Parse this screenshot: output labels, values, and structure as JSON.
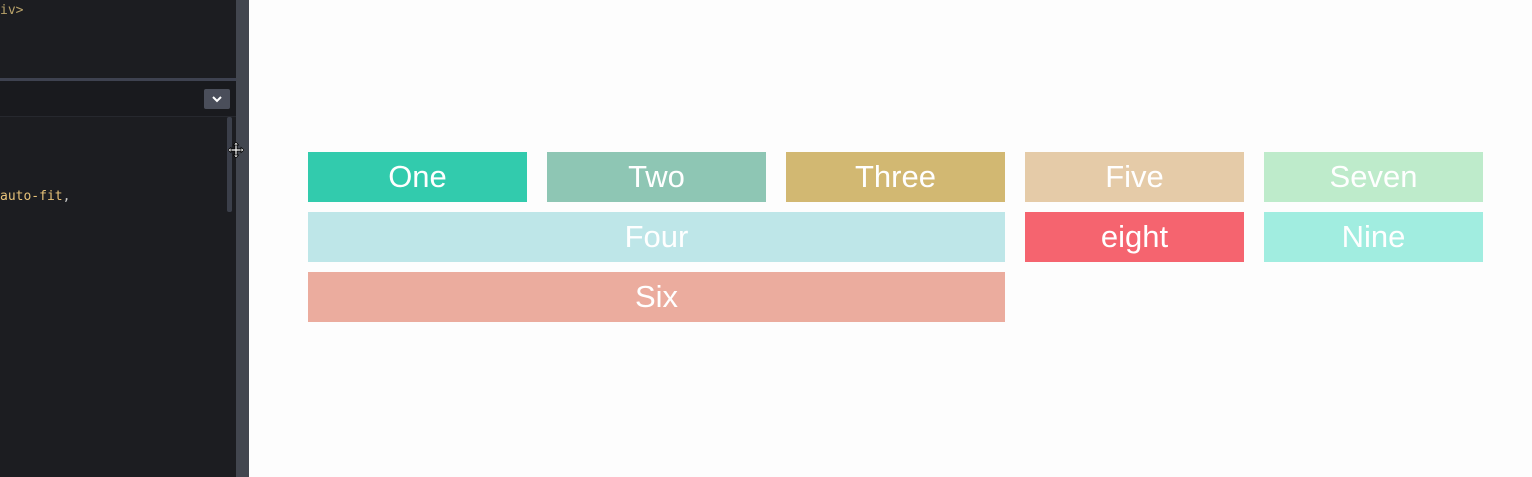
{
  "editor": {
    "code_top": "iv>",
    "code_bottom": "auto-fit",
    "code_bottom_punct": ","
  },
  "icons": {
    "dropdown": "chevron-down-icon",
    "cursor": "move-cursor-icon"
  },
  "grid_items": {
    "one": "One",
    "two": "Two",
    "three": "Three",
    "four": "Four",
    "five": "Five",
    "six": "Six",
    "seven": "Seven",
    "eight": "eight",
    "nine": "Nine"
  },
  "colors": {
    "one": "#32cbad",
    "two": "#8ec6b4",
    "three": "#d2b872",
    "four": "#bee6e8",
    "five": "#e5cba8",
    "six": "#ebac9e",
    "seven": "#beebcb",
    "eight": "#f5646f",
    "nine": "#a1ede0"
  }
}
